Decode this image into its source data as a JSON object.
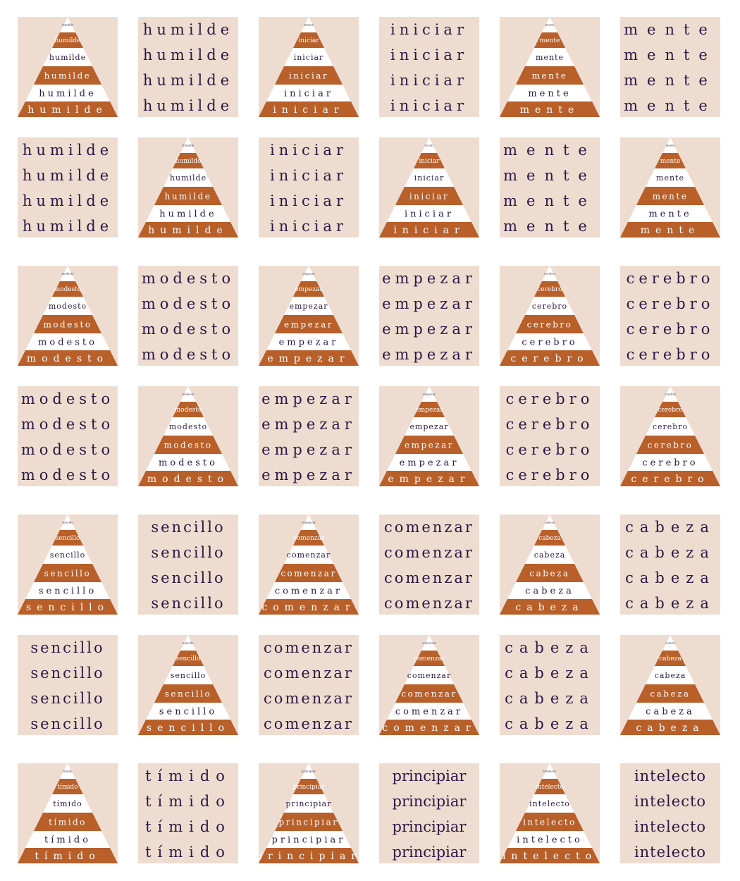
{
  "colors": {
    "card_background": "#efdcd1",
    "pyramid_band": "#b85f2a",
    "pyramid_alt_band": "#ffffff",
    "word_text": "#2b1844"
  },
  "card_rows": [
    [
      {
        "kind": "pyramid",
        "word": "humilde"
      },
      {
        "kind": "text",
        "word": "humilde"
      },
      {
        "kind": "pyramid",
        "word": "iniciar"
      },
      {
        "kind": "text",
        "word": "iniciar"
      },
      {
        "kind": "pyramid",
        "word": "mente"
      },
      {
        "kind": "text",
        "word": "mente"
      }
    ],
    [
      {
        "kind": "text",
        "word": "humilde"
      },
      {
        "kind": "pyramid",
        "word": "humilde"
      },
      {
        "kind": "text",
        "word": "iniciar"
      },
      {
        "kind": "pyramid",
        "word": "iniciar"
      },
      {
        "kind": "text",
        "word": "mente"
      },
      {
        "kind": "pyramid",
        "word": "mente"
      }
    ],
    [
      {
        "kind": "pyramid",
        "word": "modesto"
      },
      {
        "kind": "text",
        "word": "modesto"
      },
      {
        "kind": "pyramid",
        "word": "empezar"
      },
      {
        "kind": "text",
        "word": "empezar"
      },
      {
        "kind": "pyramid",
        "word": "cerebro"
      },
      {
        "kind": "text",
        "word": "cerebro"
      }
    ],
    [
      {
        "kind": "text",
        "word": "modesto"
      },
      {
        "kind": "pyramid",
        "word": "modesto"
      },
      {
        "kind": "text",
        "word": "empezar"
      },
      {
        "kind": "pyramid",
        "word": "empezar"
      },
      {
        "kind": "text",
        "word": "cerebro"
      },
      {
        "kind": "pyramid",
        "word": "cerebro"
      }
    ],
    [
      {
        "kind": "pyramid",
        "word": "sencillo"
      },
      {
        "kind": "text",
        "word": "sencillo"
      },
      {
        "kind": "pyramid",
        "word": "comenzar"
      },
      {
        "kind": "text",
        "word": "comenzar"
      },
      {
        "kind": "pyramid",
        "word": "cabeza"
      },
      {
        "kind": "text",
        "word": "cabeza"
      }
    ],
    [
      {
        "kind": "text",
        "word": "sencillo"
      },
      {
        "kind": "pyramid",
        "word": "sencillo"
      },
      {
        "kind": "text",
        "word": "comenzar"
      },
      {
        "kind": "pyramid",
        "word": "comenzar"
      },
      {
        "kind": "text",
        "word": "cabeza"
      },
      {
        "kind": "pyramid",
        "word": "cabeza"
      }
    ],
    [
      {
        "kind": "pyramid",
        "word": "tímido"
      },
      {
        "kind": "text",
        "word": "tímido"
      },
      {
        "kind": "pyramid",
        "word": "principiar"
      },
      {
        "kind": "text",
        "word": "principiar"
      },
      {
        "kind": "pyramid",
        "word": "intelecto"
      },
      {
        "kind": "text",
        "word": "intelecto"
      }
    ]
  ]
}
